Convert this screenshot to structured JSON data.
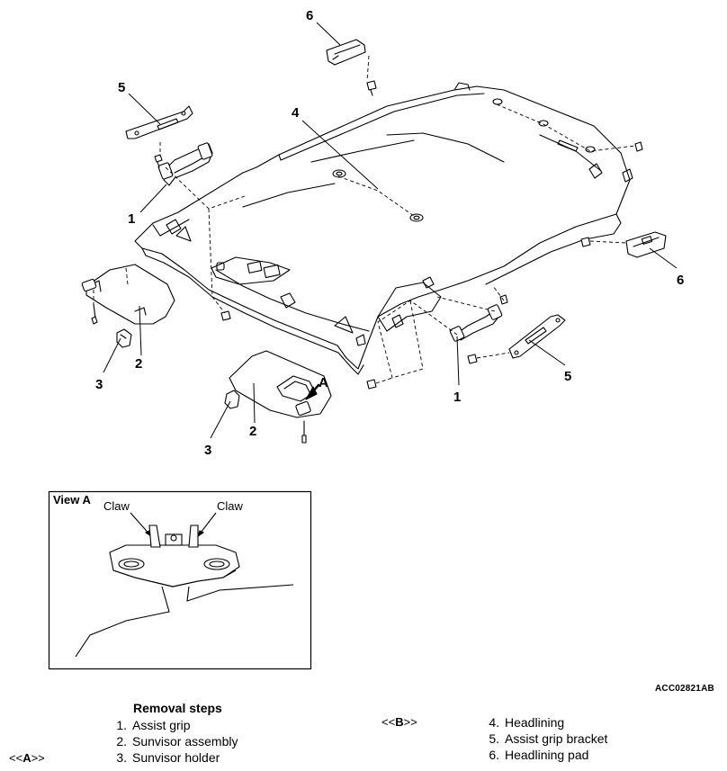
{
  "callouts": [
    "6",
    "5",
    "4",
    "1",
    "2",
    "3",
    "2",
    "3",
    "1",
    "5",
    "6",
    "A"
  ],
  "view_box": {
    "title": "View A",
    "claw_left": "Claw",
    "claw_right": "Claw"
  },
  "figure_code": "ACC02821AB",
  "removal": {
    "title": "Removal steps",
    "steps": [
      {
        "num": "1.",
        "label": "Assist grip",
        "ref": ""
      },
      {
        "num": "2.",
        "label": "Sunvisor assembly",
        "ref": ""
      },
      {
        "num": "3.",
        "label": "Sunvisor holder",
        "ref": "A"
      },
      {
        "num": "4.",
        "label": "Headlining",
        "ref": "B"
      },
      {
        "num": "5.",
        "label": "Assist grip bracket",
        "ref": ""
      },
      {
        "num": "6.",
        "label": "Headlining pad",
        "ref": ""
      }
    ]
  },
  "ref_prefix": "<<",
  "ref_suffix": ">>"
}
